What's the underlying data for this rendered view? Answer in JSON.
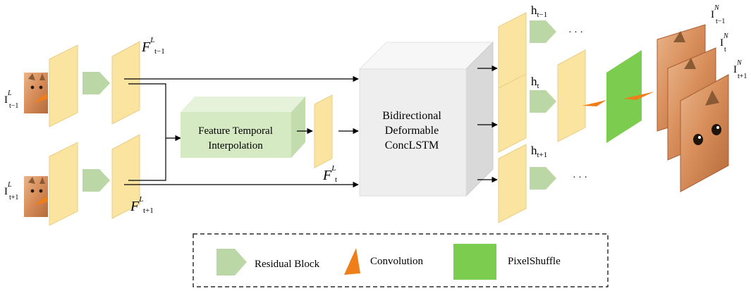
{
  "inputs": {
    "top": {
      "base": "I",
      "sup": "L",
      "sub": "t−1"
    },
    "bottom": {
      "base": "I",
      "sup": "L",
      "sub": "t+1"
    }
  },
  "features": {
    "top": {
      "base": "F",
      "sup": "L",
      "sub": "t−1"
    },
    "bottom": {
      "base": "F",
      "sup": "L",
      "sub": "t+1"
    },
    "middle": {
      "base": "F",
      "sup": "L",
      "sub": "t"
    }
  },
  "blocks": {
    "interpolation": {
      "line1": "Feature Temporal",
      "line2": "Interpolation"
    },
    "lstm": {
      "line1": "Bidirectional",
      "line2": "Deformable",
      "line3": "ConcLSTM"
    }
  },
  "hidden": {
    "top": {
      "base": "h",
      "sub": "t−1"
    },
    "mid": {
      "base": "h",
      "sub": "t"
    },
    "bottom": {
      "base": "h",
      "sub": "t+1"
    }
  },
  "ellipsis": "· · ·",
  "outputs": {
    "top": {
      "base": "I",
      "sup": "N",
      "sub": "t−1"
    },
    "mid": {
      "base": "I",
      "sup": "N",
      "sub": "t"
    },
    "bottom": {
      "base": "I",
      "sup": "N",
      "sub": "t+1"
    }
  },
  "legend": {
    "residual": "Residual Block",
    "conv": "Convolution",
    "pixelshuffle": "PixelShuffle"
  },
  "colors": {
    "feature": "#fbe3a0",
    "feature_edge": "#e9cf87",
    "residual": "#bcd7a6",
    "conv": "#ef7d18",
    "pixelshuffle": "#7ccc4f",
    "lstm_front": "#eeeeee",
    "lstm_side": "#d9d9d9",
    "lstm_top": "#f7f7f7",
    "interp_front": "#d5e9c3",
    "interp_side": "#c3dcae",
    "interp_top": "#e6f2da",
    "cat": "#d88a54"
  }
}
